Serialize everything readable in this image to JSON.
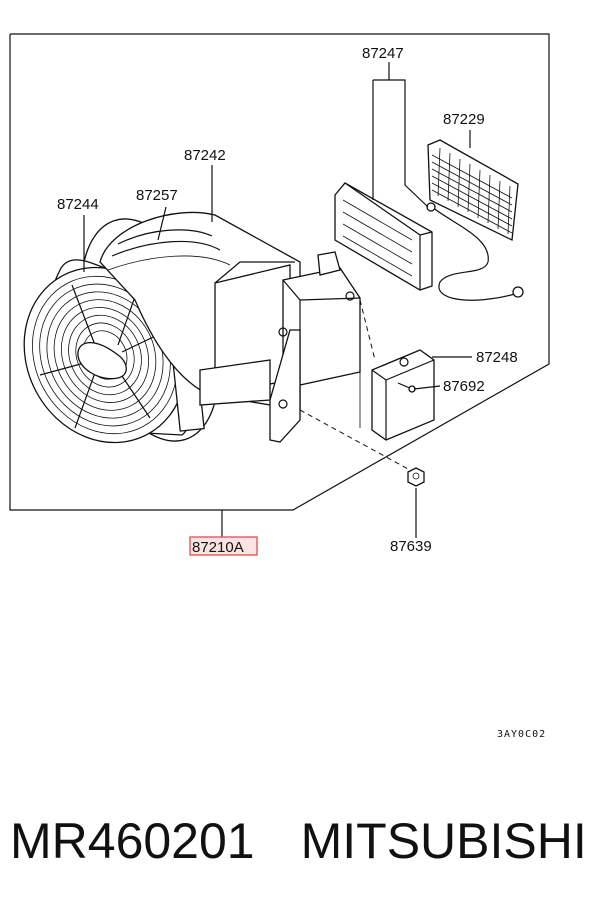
{
  "callouts": {
    "c87247": "87247",
    "c87229": "87229",
    "c87242": "87242",
    "c87257": "87257",
    "c87244": "87244",
    "c87248": "87248",
    "c87692": "87692",
    "c87639": "87639",
    "c87210a": "87210A"
  },
  "diagram_code": "3AY0C02",
  "footer": {
    "part_number": "MR460201",
    "brand": "MITSUBISHI"
  },
  "colors": {
    "highlight": "#e05a5a",
    "highlight_fill": "#fbe3e3",
    "line": "#111111"
  }
}
